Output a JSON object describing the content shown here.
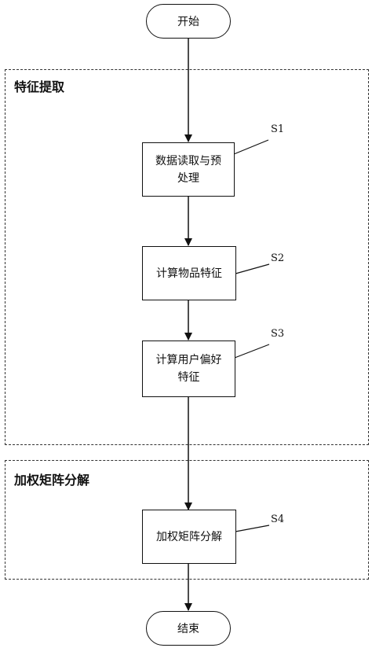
{
  "start": "开始",
  "end": "结束",
  "groups": {
    "feature_extraction": "特征提取",
    "weighted_mf": "加权矩阵分解"
  },
  "steps": [
    {
      "id": "S1",
      "text": "数据读取与预\n处理"
    },
    {
      "id": "S2",
      "text": "计算物品特征"
    },
    {
      "id": "S3",
      "text": "计算用户偏好\n特征"
    },
    {
      "id": "S4",
      "text": "加权矩阵分解"
    }
  ]
}
